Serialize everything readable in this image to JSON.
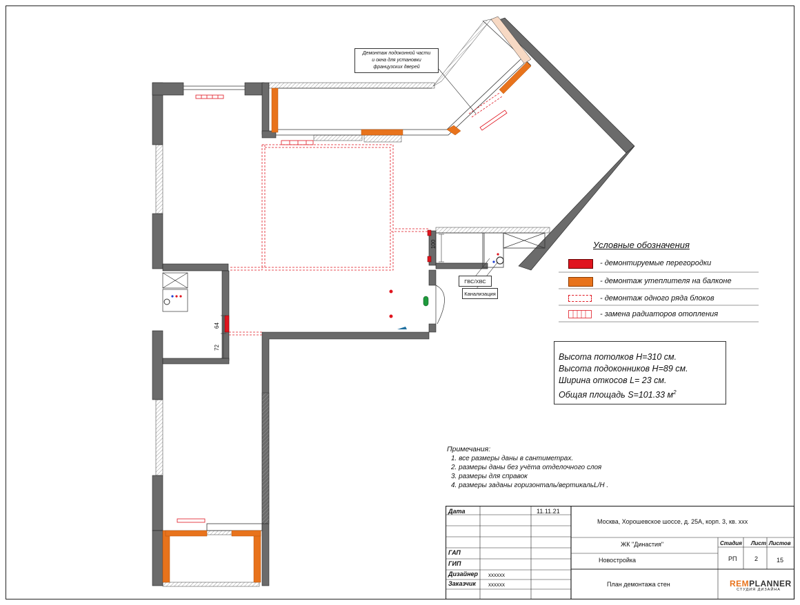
{
  "callout": {
    "lines": [
      "Демонтаж подоконной части",
      "и окна для установки",
      "французских дверей"
    ]
  },
  "labels": {
    "dim_100": "100",
    "dim_64": "64",
    "dim_72": "72",
    "gvs_hvs": "ГВС/ХВС",
    "kanalizaciya": "Канализация"
  },
  "legend": {
    "title": "Условные обозначения",
    "items": [
      {
        "label": "- демонтируемые перегородки",
        "swatch": "red-solid"
      },
      {
        "label": "- демонтаж утеплителя на балконе",
        "swatch": "orange-solid"
      },
      {
        "label": "- демонтаж одного ряда блоков",
        "swatch": "red-dashed"
      },
      {
        "label": "- замена радиаторов отопления",
        "swatch": "radiator"
      }
    ]
  },
  "info": {
    "line1": "Высота потолков H=310 см.",
    "line2": "Высота подоконников H=89 см.",
    "line3": "Ширина откосов  L= 23 см.",
    "line4_prefix": "Общая площадь   S=101.33 м",
    "line4_sup": "2"
  },
  "notes": {
    "title": "Примечания:",
    "items": [
      "1.   все размеры даны в сантиметрах.",
      "2.  размеры даны без учёта отделочного слоя",
      "3.  размеры для справок",
      "4.  размеры заданы горизонталь/вертикальL/H ."
    ]
  },
  "title_block": {
    "data_label": "Дата",
    "date": "11.11.21",
    "address": "Москва, Хорошевское шоссе, д. 25А, корп. 3, кв. xxx",
    "complex": "ЖК \"Династия\"",
    "stadiya_label": "Стадия",
    "list_label": "Лист",
    "listov_label": "Листов",
    "gap_label": "ГАП",
    "gip_label": "ГИП",
    "type": "Новостройка",
    "stadiya": "РП",
    "list": "2",
    "listov": "15",
    "designer_label": "Дизайнер",
    "designer": "xxxxxx",
    "customer_label": "Заказчик",
    "customer": "xxxxxx",
    "sheet_title": "План демонтажа стен",
    "logo_rem": "REM",
    "logo_planner": "PLANNER",
    "logo_sub": "СТУДИЯ ДИЗАЙНА"
  },
  "colors": {
    "wall": "#6b6b6b",
    "demolish_red": "#e0141e",
    "insulation_orange": "#e8731c",
    "dashed_red": "#e0141e"
  }
}
